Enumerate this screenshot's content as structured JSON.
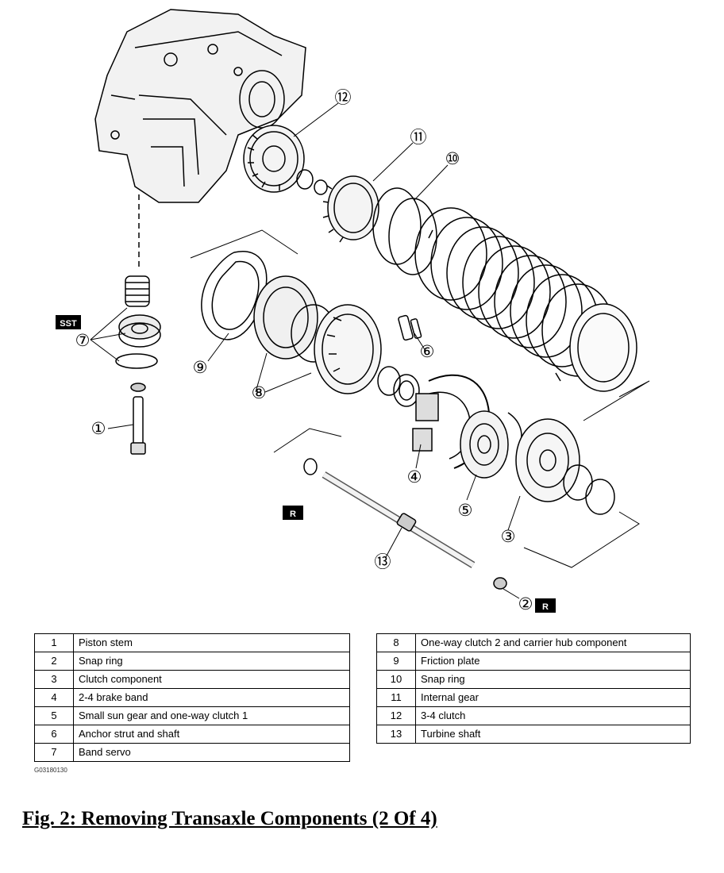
{
  "callouts": [
    {
      "number": "①",
      "component": "Piston stem"
    },
    {
      "number": "②",
      "component": "Snap ring"
    },
    {
      "number": "③",
      "component": "Clutch component"
    },
    {
      "number": "④",
      "component": "2-4 brake band"
    },
    {
      "number": "⑤",
      "component": "Small sun gear and one-way clutch 1"
    },
    {
      "number": "⑥",
      "component": "Anchor strut and shaft"
    },
    {
      "number": "⑦",
      "component": "Band servo"
    },
    {
      "number": "⑧",
      "component": "One-way clutch 2 and carrier hub component"
    },
    {
      "number": "⑨",
      "component": "Friction plate"
    },
    {
      "number": "⑩",
      "component": "Snap ring"
    },
    {
      "number": "⑪",
      "component": "Internal gear"
    },
    {
      "number": "⑫",
      "component": "3-4 clutch"
    },
    {
      "number": "⑬",
      "component": "Turbine shaft"
    }
  ],
  "tags": {
    "sst": "SST",
    "r": "R"
  },
  "legend": {
    "left": [
      {
        "num": "1",
        "desc": "Piston stem"
      },
      {
        "num": "2",
        "desc": "Snap ring"
      },
      {
        "num": "3",
        "desc": "Clutch component"
      },
      {
        "num": "4",
        "desc": "2-4 brake band"
      },
      {
        "num": "5",
        "desc": "Small sun gear and one-way clutch 1"
      },
      {
        "num": "6",
        "desc": "Anchor strut and shaft"
      },
      {
        "num": "7",
        "desc": "Band servo"
      }
    ],
    "right": [
      {
        "num": "8",
        "desc": "One-way clutch 2 and carrier hub component"
      },
      {
        "num": "9",
        "desc": "Friction plate"
      },
      {
        "num": "10",
        "desc": "Snap ring"
      },
      {
        "num": "11",
        "desc": "Internal gear"
      },
      {
        "num": "12",
        "desc": "3-4 clutch"
      },
      {
        "num": "13",
        "desc": "Turbine shaft"
      }
    ]
  },
  "figure_code": "G03180130",
  "caption": "Fig. 2: Removing Transaxle Components (2 Of 4)"
}
